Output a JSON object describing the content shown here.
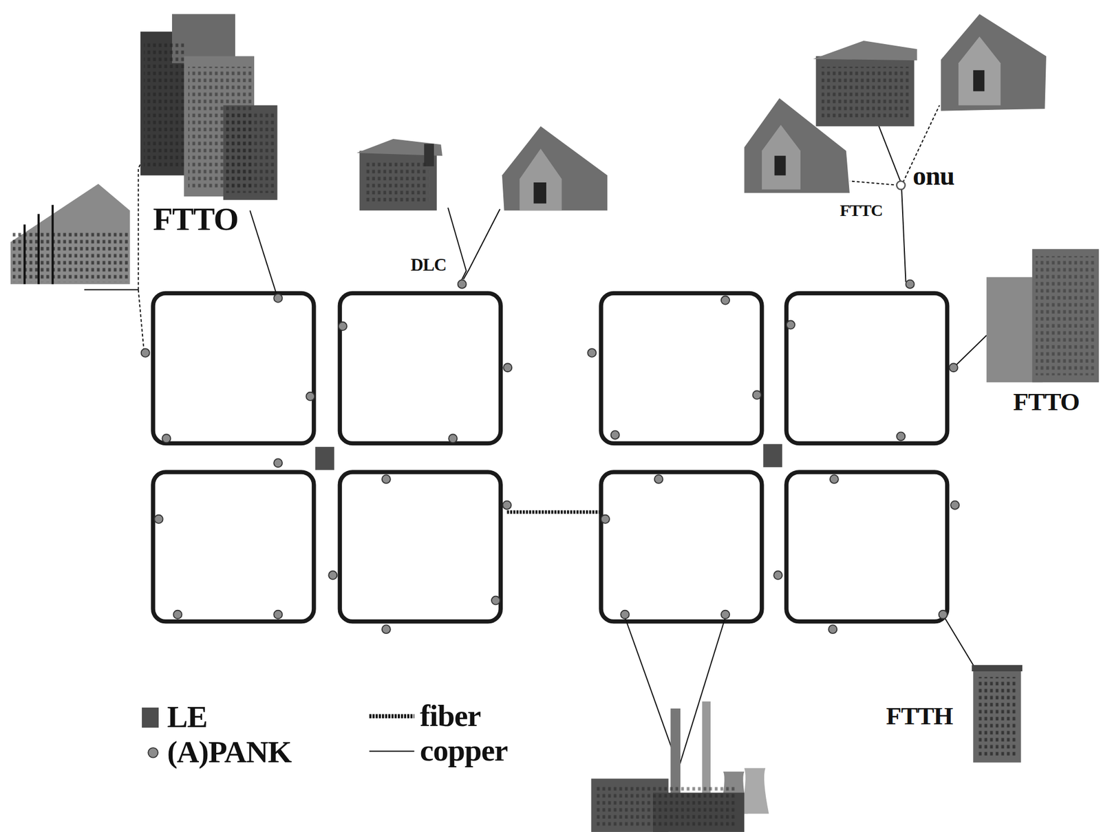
{
  "diagram": {
    "labels": [
      "FTTO",
      "DLC",
      "onu",
      "FTTC",
      "FTTO",
      "FTTH"
    ],
    "legend": [
      {
        "text": "LE",
        "color": "#4d4d4d"
      },
      {
        "text": "(A)PANK"
      },
      {
        "text": "fiber"
      },
      {
        "text": "copper"
      }
    ]
  }
}
